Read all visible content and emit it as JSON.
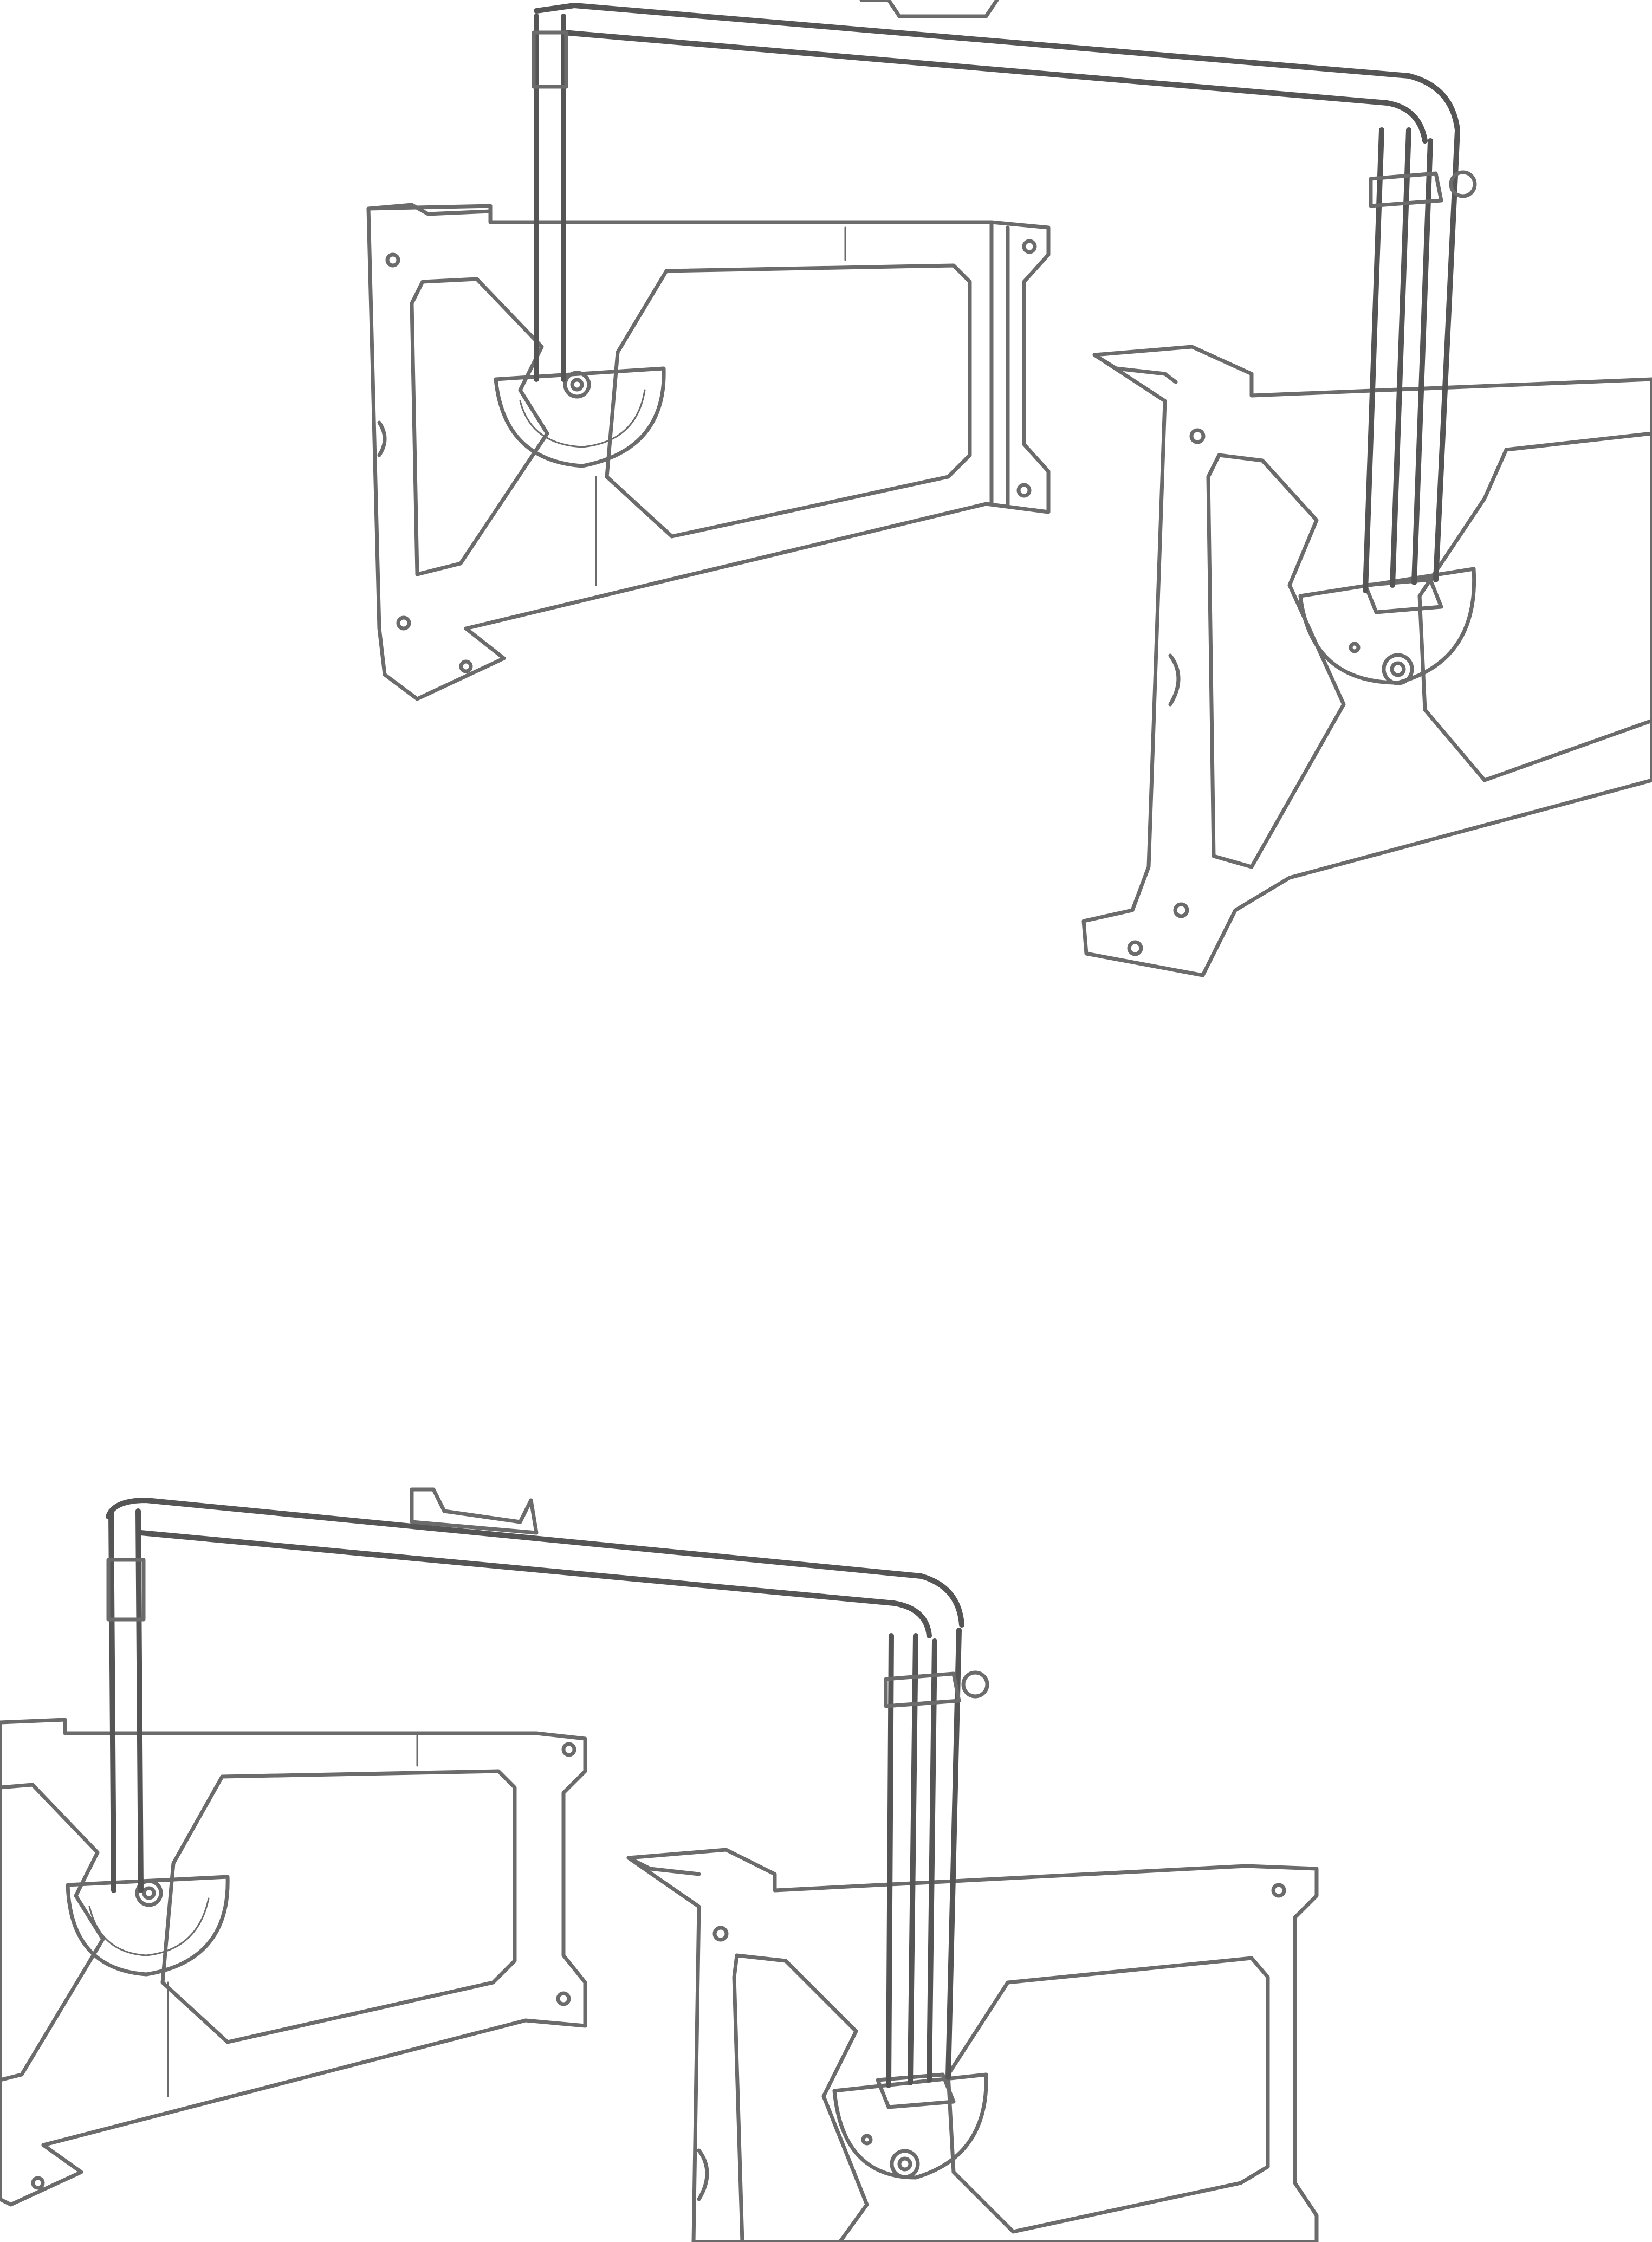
{
  "page": {
    "background": "#ffffff"
  },
  "colors": {
    "ink": "#6b6b6b",
    "ink_dark": "#555555",
    "paper": "#ffffff"
  },
  "illustrations": [
    {
      "subject": "bracket-assembly",
      "view": "right-offset"
    },
    {
      "subject": "bracket-assembly",
      "view": "left-offset"
    }
  ]
}
